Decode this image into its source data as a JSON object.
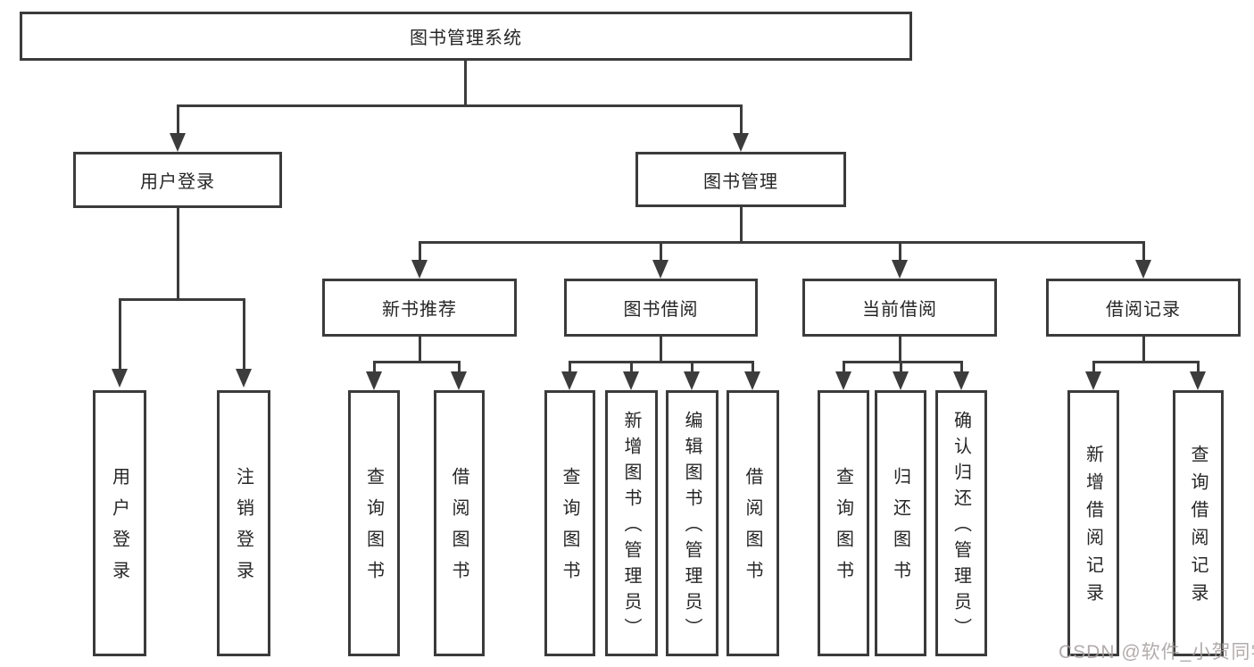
{
  "diagram": {
    "title_node": "图书管理系统",
    "root": {
      "label": "图书管理系统"
    },
    "branches": {
      "user_login": {
        "label": "用户登录",
        "children": [
          {
            "label": "用户登录"
          },
          {
            "label": "注销登录"
          }
        ]
      },
      "book_management": {
        "label": "图书管理",
        "categories": [
          {
            "label": "新书推荐",
            "children": [
              {
                "label": "查询图书"
              },
              {
                "label": "借阅图书"
              }
            ]
          },
          {
            "label": "图书借阅",
            "children": [
              {
                "label": "查询图书"
              },
              {
                "label": "新增图书（管理员）"
              },
              {
                "label": "编辑图书（管理员）"
              },
              {
                "label": "借阅图书"
              }
            ]
          },
          {
            "label": "当前借阅",
            "children": [
              {
                "label": "查询图书"
              },
              {
                "label": "归还图书"
              },
              {
                "label": "确认归还（管理员）"
              }
            ]
          },
          {
            "label": "借阅记录",
            "children": [
              {
                "label": "新增借阅记录"
              },
              {
                "label": "查询借阅记录"
              }
            ]
          }
        ]
      }
    }
  },
  "colors": {
    "line": "#3c3c3c",
    "box_border": "#3b3b3b",
    "text": "#262626",
    "watermark": "#a49c9c"
  },
  "watermark": {
    "text": "CSDN @软件_小贺同学"
  }
}
